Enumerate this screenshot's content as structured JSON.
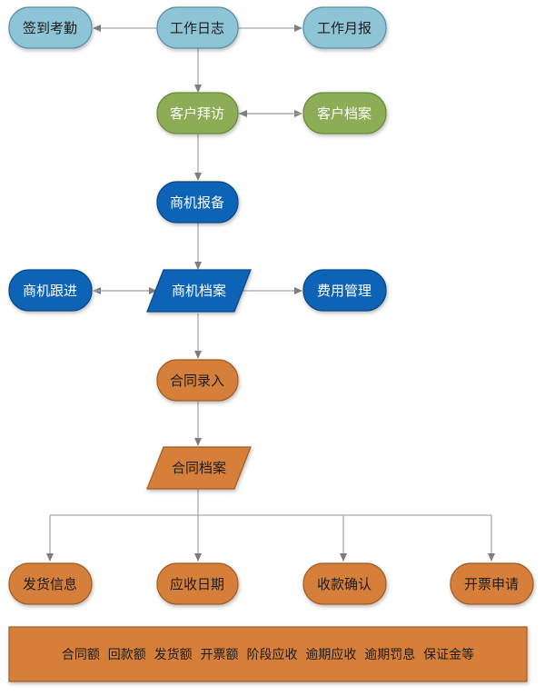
{
  "colors": {
    "teal": "#8dc4d6",
    "teal_border": "#5a8fa4",
    "green": "#8cac55",
    "green_border": "#6b8a3e",
    "blue": "#0a63b5",
    "blue_border": "#074785",
    "orange": "#d57f3a",
    "orange_border": "#9f5c24",
    "line": "#a9a9a9",
    "text_dark": "#1c1c1c",
    "text_light": "#ffffff"
  },
  "nodes": {
    "sign_in": "签到考勤",
    "work_log": "工作日志",
    "work_monthly": "工作月报",
    "customer_visit": "客户拜访",
    "customer_archive": "客户档案",
    "opportunity_report": "商机报备",
    "opportunity_followup": "商机跟进",
    "opportunity_archive": "商机档案",
    "expense_management": "费用管理",
    "contract_entry": "合同录入",
    "contract_archive": "合同档案",
    "delivery_info": "发货信息",
    "receivable_date": "应收日期",
    "payment_confirm": "收款确认",
    "invoice_request": "开票申请"
  },
  "footer": {
    "text": "合同额  回款额  发货额  开票额  阶段应收  逾期应收  逾期罚息  保证金等"
  }
}
